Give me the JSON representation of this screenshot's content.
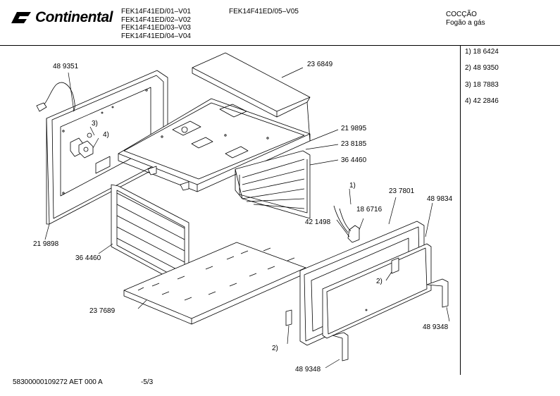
{
  "header": {
    "brand": "Continental",
    "models": [
      "FEK14F41ED/01–V01",
      "FEK14F41ED/02–V02",
      "FEK14F41ED/03–V03",
      "FEK14F41ED/04–V04"
    ],
    "model_extra": "FEK14F41ED/05–V05",
    "category": "COCÇÃO",
    "product": "Fogão a gás"
  },
  "legend": [
    "1) 18 6424",
    "2) 48 9350",
    "3) 18 7883",
    "4) 42 2846"
  ],
  "callouts": {
    "c1": "48 9351",
    "c2": "23 6849",
    "c3": "21 9895",
    "c4": "23 8185",
    "c5": "36 4460",
    "c6": "3)",
    "c7": "4)",
    "c8": "1)",
    "c9": "23 7801",
    "c10": "48 9834",
    "c11": "18 6716",
    "c12": "42 1498",
    "c13": "21 9898",
    "c14": "36 4460",
    "c15": "2)",
    "c16": "23 7689",
    "c17": "48 9348",
    "c18": "2)",
    "c19": "48 9348"
  },
  "footer": {
    "docnum": "58300000109272 AET 000 A",
    "page": "-5/3"
  }
}
